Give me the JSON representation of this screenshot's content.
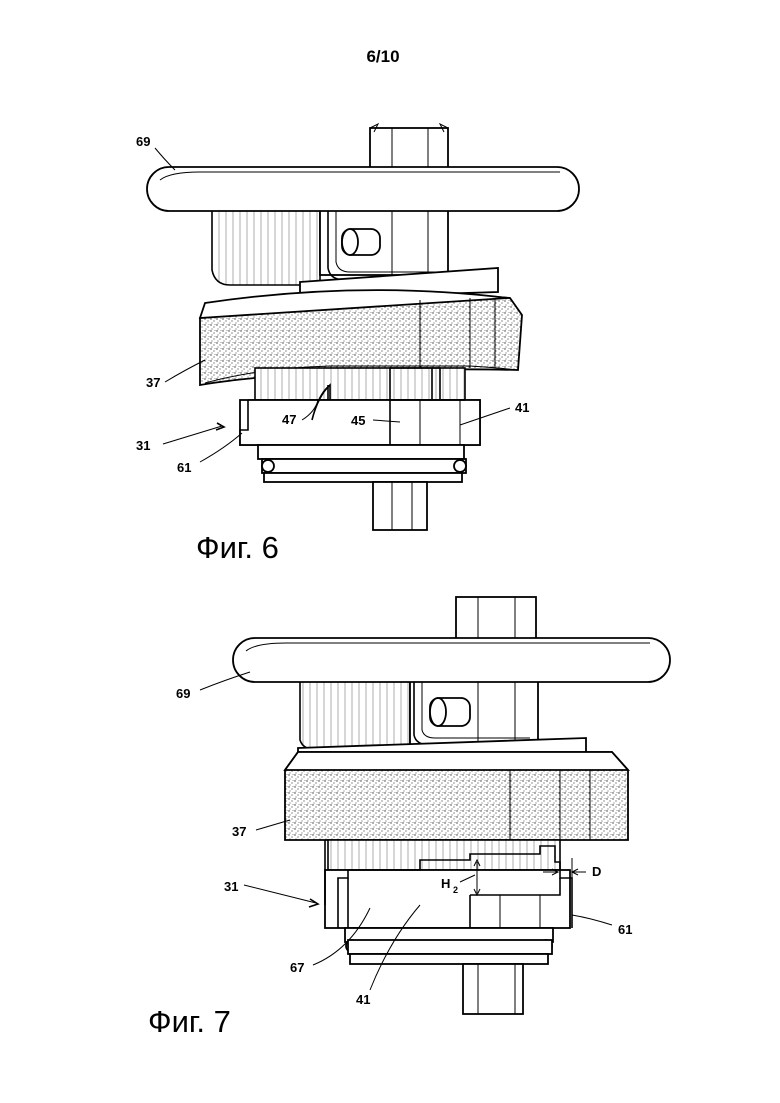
{
  "page_number": "6/10",
  "figures": [
    {
      "caption": "Фиг. 6",
      "labels": {
        "l69": "69",
        "l37": "37",
        "l47": "47",
        "l45": "45",
        "l41": "41",
        "l31": "31",
        "l61": "61"
      }
    },
    {
      "caption": "Фиг. 7",
      "labels": {
        "l69": "69",
        "l37": "37",
        "l31": "31",
        "lH": "H",
        "lH2": "2",
        "lD": "D",
        "l61": "61",
        "l67": "67",
        "l41": "41"
      }
    }
  ]
}
